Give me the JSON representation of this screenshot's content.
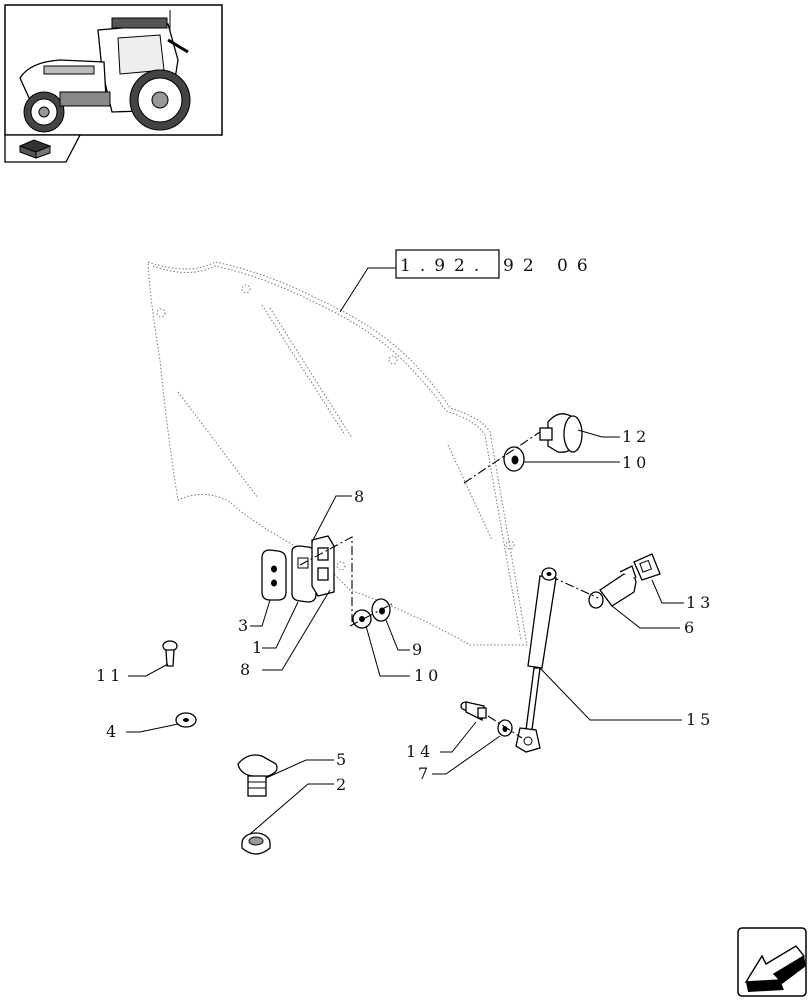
{
  "reference": {
    "boxed": "1.92.",
    "rest": "92 06"
  },
  "callouts": {
    "c1": "1",
    "c2": "2",
    "c3": "3",
    "c4": "4",
    "c5": "5",
    "c6": "6",
    "c7": "7",
    "c8a": "8",
    "c8b": "8",
    "c9": "9",
    "c10a": "10",
    "c10b": "10",
    "c11": "11",
    "c12": "12",
    "c13": "13",
    "c14": "14",
    "c15": "15"
  },
  "icons": {
    "thumbnail": "tractor-thumbnail-icon",
    "book": "book-icon",
    "nav": "navigate-arrow-icon"
  }
}
